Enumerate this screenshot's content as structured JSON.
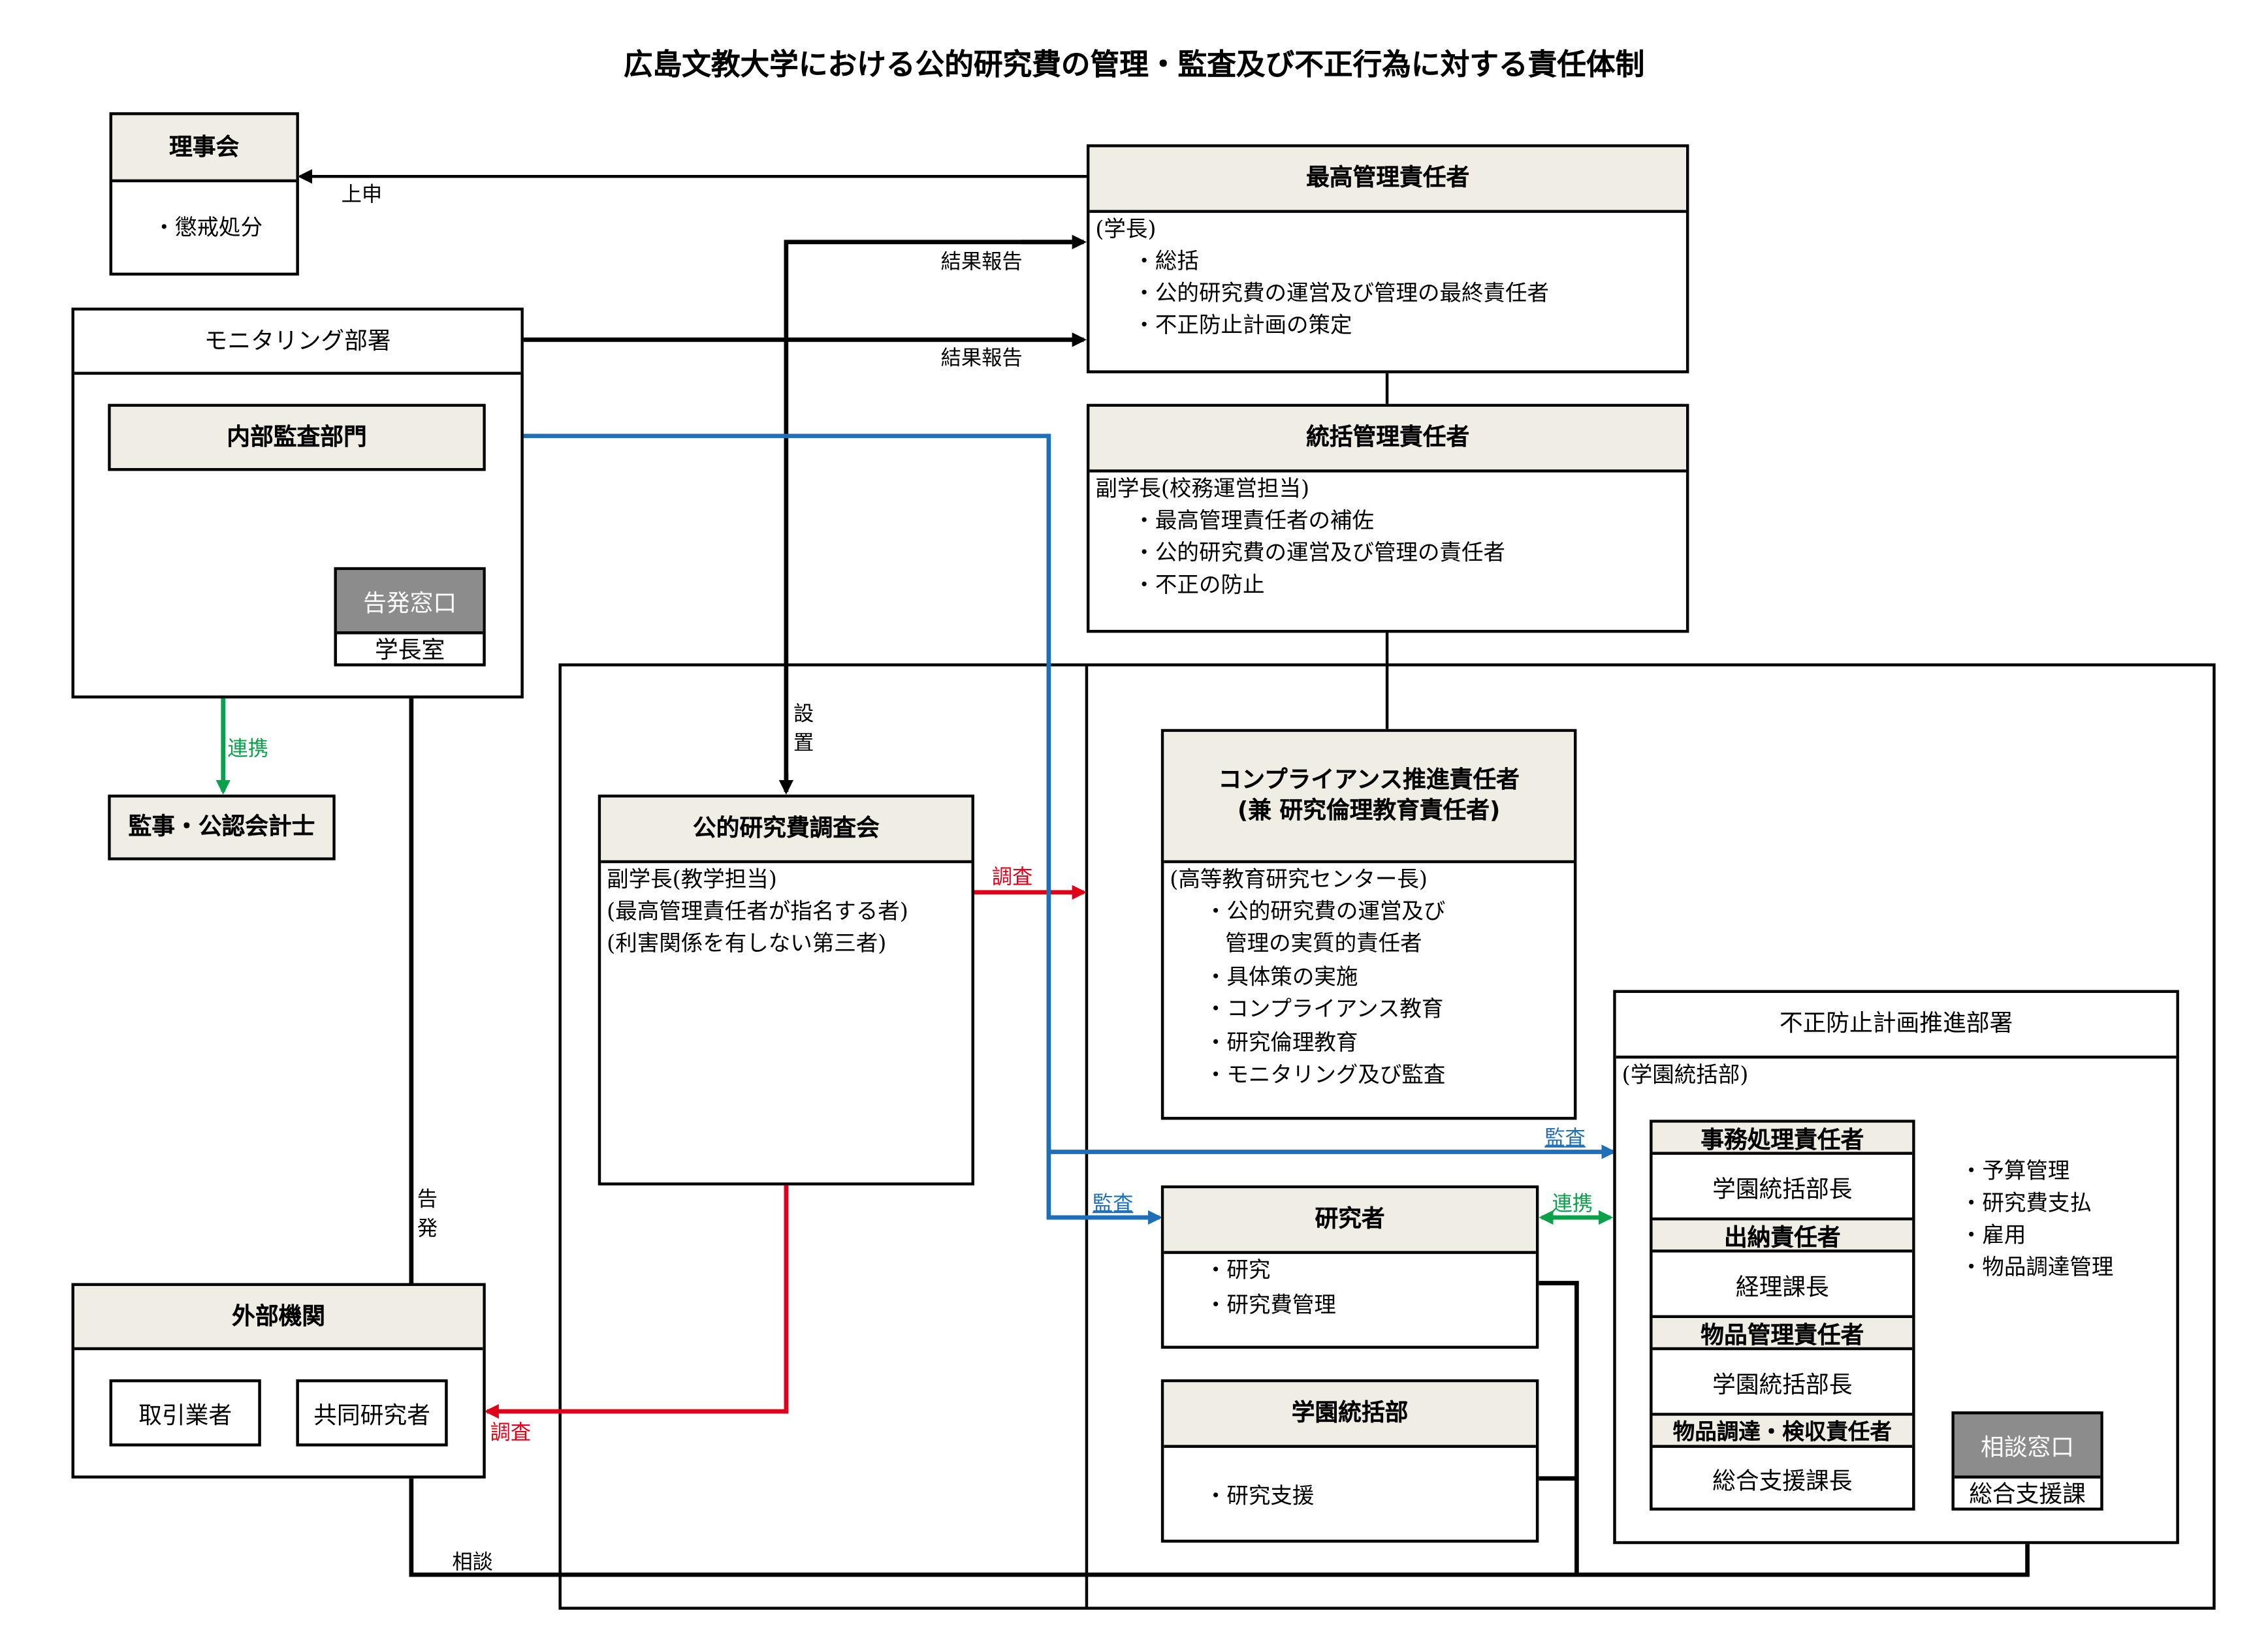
{
  "title": "広島文教大学における公的研究費の管理・監査及び不正行為に対する責任体制",
  "board": {
    "header": "理事会",
    "items": [
      "・懲戒処分"
    ]
  },
  "monitoring": {
    "header": "モニタリング部署",
    "internal_audit": "内部監査部門",
    "whistle_window": "告発窓口",
    "whistle_office": "学長室"
  },
  "auditors": "監事・公認会計士",
  "external": {
    "header": "外部機関",
    "vendor": "取引業者",
    "co_researcher": "共同研究者"
  },
  "top_manager": {
    "header": "最高管理責任者",
    "role": "(学長)",
    "items": [
      "・総括",
      "・公的研究費の運営及び管理の最終責任者",
      "・不正防止計画の策定"
    ]
  },
  "general_manager": {
    "header": "統括管理責任者",
    "role": "副学長(校務運営担当)",
    "items": [
      "・最高管理責任者の補佐",
      "・公的研究費の運営及び管理の責任者",
      "・不正の防止"
    ]
  },
  "committee": {
    "header": "公的研究費調査会",
    "lines": [
      "副学長(教学担当)",
      "(最高管理責任者が指名する者)",
      "(利害関係を有しない第三者)"
    ]
  },
  "compliance": {
    "header_line1": "コンプライアンス推進責任者",
    "header_line2": "(兼 研究倫理教育責任者)",
    "role": "(高等教育研究センター長)",
    "items": [
      "・公的研究費の運営及び",
      "管理の実質的責任者",
      "・具体策の実施",
      "・コンプライアンス教育",
      "・研究倫理教育",
      "・モニタリング及び監査"
    ]
  },
  "researcher": {
    "header": "研究者",
    "items": [
      "・研究",
      "・研究費管理"
    ]
  },
  "gakuen_dept": {
    "header": "学園統括部",
    "items": [
      "・研究支援"
    ]
  },
  "prevention": {
    "header": "不正防止計画推進部署",
    "role": "(学園統括部)",
    "officers": [
      {
        "title": "事務処理責任者",
        "name": "学園統括部長"
      },
      {
        "title": "出納責任者",
        "name": "経理課長"
      },
      {
        "title": "物品管理責任者",
        "name": "学園統括部長"
      },
      {
        "title": "物品調達・検収責任者",
        "name": "総合支援課長"
      }
    ],
    "duties": [
      "・予算管理",
      "・研究費支払",
      "・雇用",
      "・物品調達管理"
    ],
    "consult_window": "相談窓口",
    "consult_office": "総合支援課"
  },
  "labels": {
    "report_up": "上申",
    "result_report_1": "結果報告",
    "result_report_2": "結果報告",
    "setup": "設置",
    "investigate_1": "調査",
    "investigate_2": "調査",
    "audit_1": "監査",
    "audit_2": "監査",
    "liaison_1": "連携",
    "liaison_2": "連携",
    "whistleblow": "告発",
    "consult": "相談"
  },
  "colors": {
    "header_bg": "#f0ede4",
    "blue": "#1f6fb8",
    "red": "#e0001a",
    "green": "#0ca04a",
    "grey": "#8c8c8c"
  }
}
